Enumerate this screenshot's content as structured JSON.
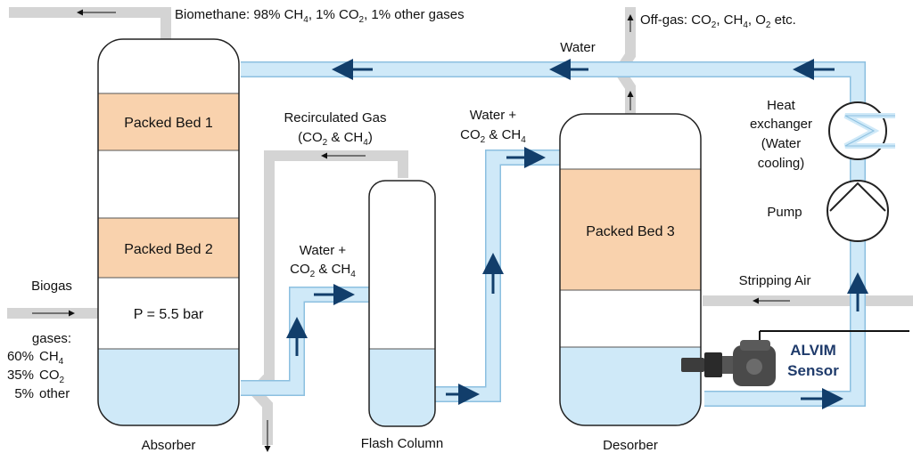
{
  "colors": {
    "water": "#cfe9f8",
    "water_edge": "#8cc0e0",
    "packed_bed": "#f9d2ad",
    "gas_pipe": "#d4d4d4",
    "flow_arrow": "#123e6b",
    "column_outline": "#222222",
    "sensor_text": "#1f3b6b"
  },
  "labels": {
    "biomethane_prefix": "Biomethane: 98% CH",
    "biomethane_sub1": "4",
    "biomethane_mid": ", 1% CO",
    "biomethane_sub2": "2",
    "biomethane_suffix": ", 1% other gases",
    "offgas_prefix": "Off-gas: CO",
    "offgas_sub1": "2",
    "offgas_mid1": ", CH",
    "offgas_sub2": "4",
    "offgas_mid2": ", O",
    "offgas_sub3": "2",
    "offgas_suffix": " etc.",
    "water": "Water",
    "recirc_line1": "Recirculated Gas",
    "recirc_line2_prefix": "(CO",
    "recirc_line2_sub1": "2",
    "recirc_line2_mid": " & CH",
    "recirc_line2_sub2": "4",
    "recirc_line2_suffix": ")",
    "water_plus": "Water +",
    "co2_ch4_prefix": "CO",
    "co2_ch4_sub1": "2",
    "co2_ch4_mid": " & CH",
    "co2_ch4_sub2": "4",
    "heat_exchanger_line1": "Heat",
    "heat_exchanger_line2": "exchanger",
    "heat_exchanger_line3": "(Water",
    "heat_exchanger_line4": "cooling)",
    "pump": "Pump",
    "stripping_air": "Stripping Air",
    "biogas": "Biogas",
    "gases_title": "gases:",
    "gas1_pct": "60%",
    "gas1_name": "CH",
    "gas1_sub": "4",
    "gas2_pct": "35%",
    "gas2_name": "CO",
    "gas2_sub": "2",
    "gas3_pct": "5%",
    "gas3_name": "other",
    "pressure": "P = 5.5 bar",
    "packed_bed_1": "Packed Bed 1",
    "packed_bed_2": "Packed Bed 2",
    "packed_bed_3": "Packed Bed 3",
    "absorber": "Absorber",
    "flash_column": "Flash Column",
    "desorber": "Desorber",
    "sensor_line1": "ALVIM",
    "sensor_line2": "Sensor"
  }
}
